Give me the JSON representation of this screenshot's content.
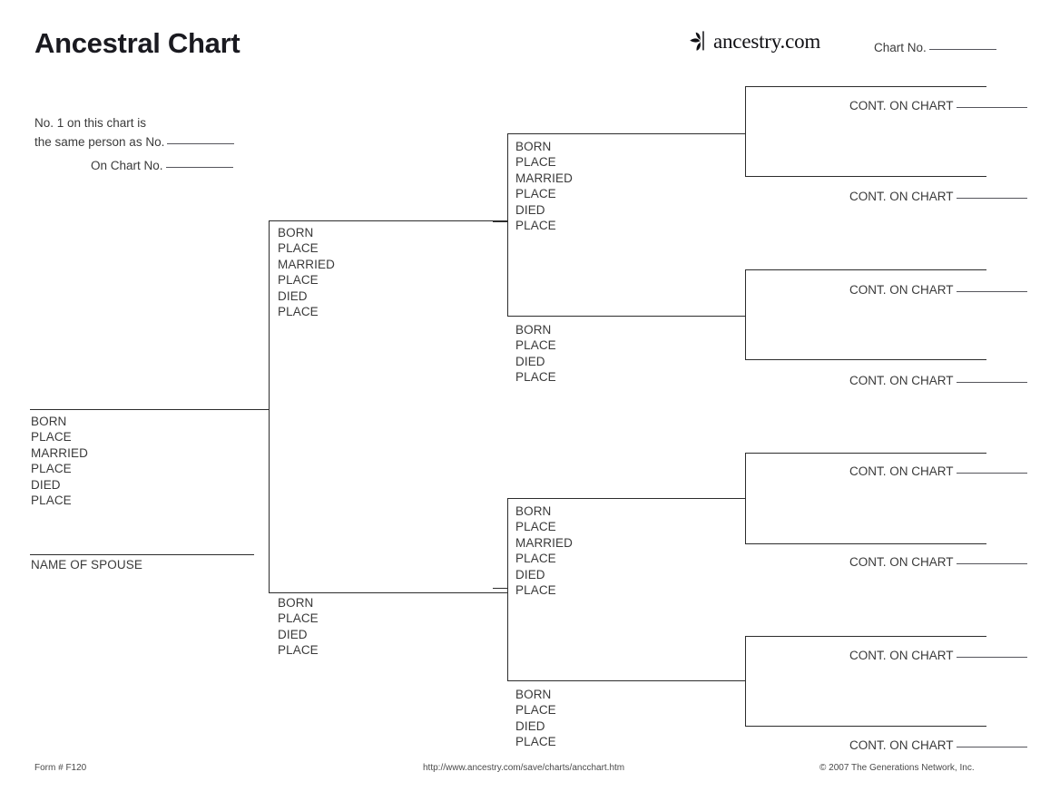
{
  "header": {
    "title": "Ancestral Chart",
    "brand_name": "ancestry.com",
    "brand_icon": "ancestry-leaf-icon",
    "chart_no_label": "Chart No."
  },
  "identity_block": {
    "line1": "No. 1 on this chart is",
    "line2": "the same person as No.",
    "line3": "On Chart No."
  },
  "person": {
    "name_line_label": "",
    "fields": [
      "BORN",
      "PLACE",
      "MARRIED",
      "PLACE",
      "DIED",
      "PLACE"
    ],
    "spouse_label": "NAME OF SPOUSE"
  },
  "generation2": [
    {
      "role": "father",
      "fields": [
        "BORN",
        "PLACE",
        "MARRIED",
        "PLACE",
        "DIED",
        "PLACE"
      ]
    },
    {
      "role": "mother",
      "fields": [
        "BORN",
        "PLACE",
        "DIED",
        "PLACE"
      ]
    }
  ],
  "generation3": [
    {
      "role": "paternal-grandfather",
      "fields": [
        "BORN",
        "PLACE",
        "MARRIED",
        "PLACE",
        "DIED",
        "PLACE"
      ]
    },
    {
      "role": "paternal-grandmother",
      "fields": [
        "BORN",
        "PLACE",
        "DIED",
        "PLACE"
      ]
    },
    {
      "role": "maternal-grandfather",
      "fields": [
        "BORN",
        "PLACE",
        "MARRIED",
        "PLACE",
        "DIED",
        "PLACE"
      ]
    },
    {
      "role": "maternal-grandmother",
      "fields": [
        "BORN",
        "PLACE",
        "DIED",
        "PLACE"
      ]
    }
  ],
  "generation4": [
    {
      "slot": 1,
      "caption": "CONT. ON CHART"
    },
    {
      "slot": 2,
      "caption": "CONT. ON CHART"
    },
    {
      "slot": 3,
      "caption": "CONT. ON CHART"
    },
    {
      "slot": 4,
      "caption": "CONT. ON CHART"
    },
    {
      "slot": 5,
      "caption": "CONT. ON CHART"
    },
    {
      "slot": 6,
      "caption": "CONT. ON CHART"
    },
    {
      "slot": 7,
      "caption": "CONT. ON CHART"
    },
    {
      "slot": 8,
      "caption": "CONT. ON CHART"
    }
  ],
  "footer": {
    "form_number": "Form # F120",
    "url": "http://www.ancestry.com/save/charts/ancchart.htm",
    "copyright": "© 2007 The Generations Network, Inc."
  },
  "colors": {
    "ink": "#2c2c2c",
    "label_text": "#3a3a3a",
    "title": "#1a1a20",
    "rule": "#55555c"
  }
}
